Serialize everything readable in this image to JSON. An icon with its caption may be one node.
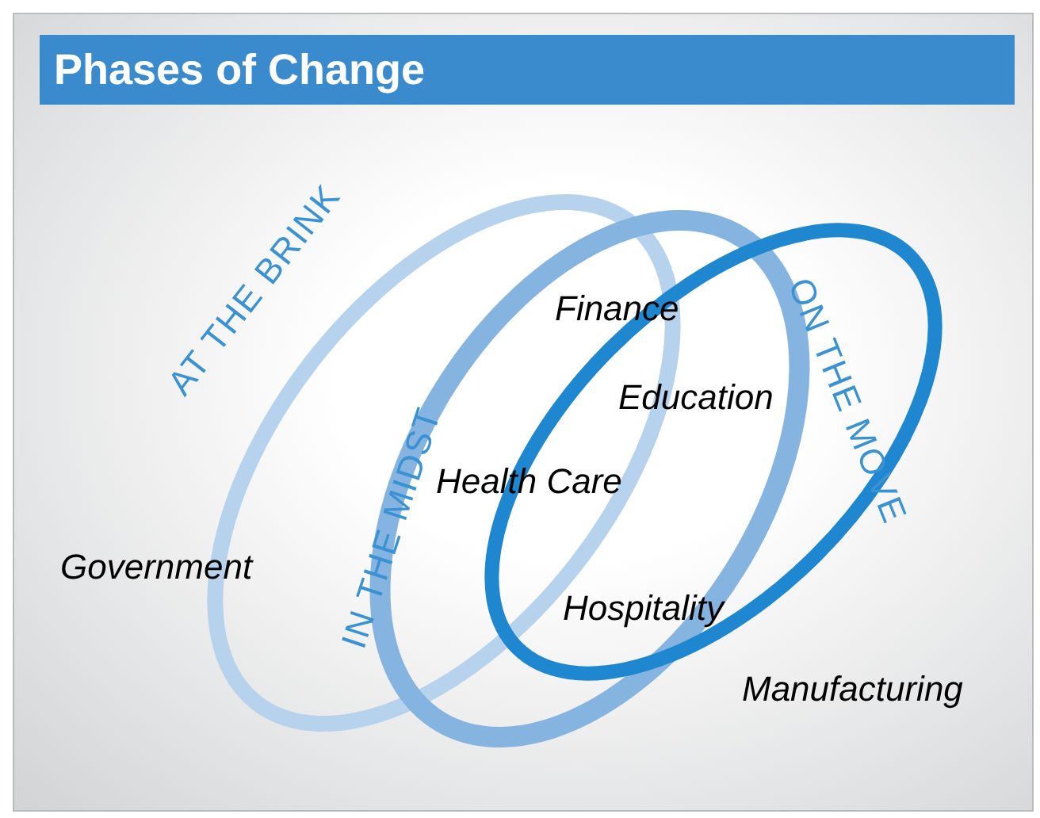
{
  "diagram": {
    "title": "Phases of Change",
    "labels": [
      "AT THE BRINK",
      "IN THE MIDST",
      "ON THE MOVE",
      "Finance",
      "Education",
      "Health Care",
      "Government",
      "Hospitality",
      "Manufacturing"
    ]
  }
}
